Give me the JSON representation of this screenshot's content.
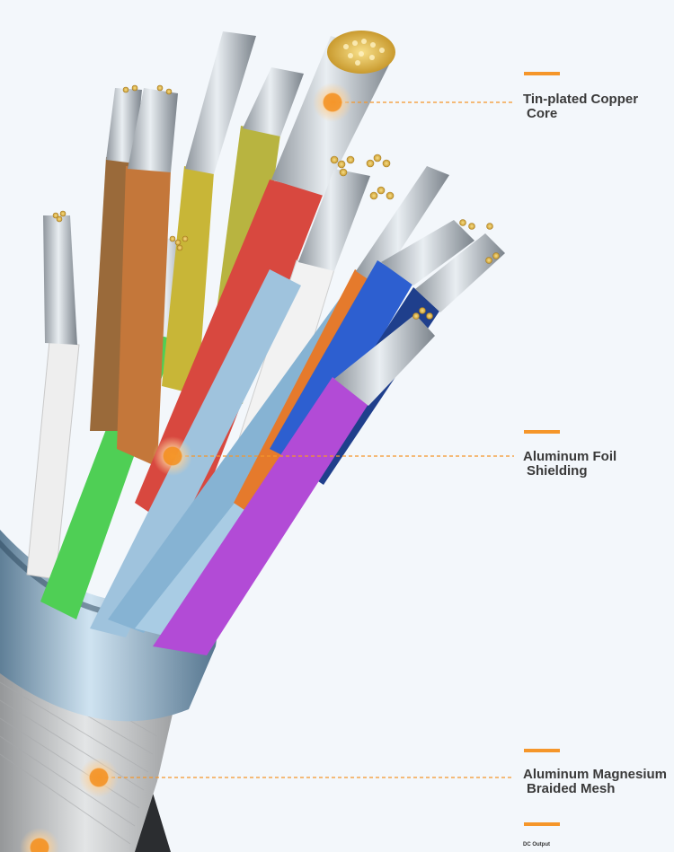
{
  "colors": {
    "accent": "#f5962a",
    "background": "#f3f7fb",
    "label_text": "#3a3a3a"
  },
  "callouts": [
    {
      "name": "tin-plated-copper-core",
      "line1": "Tin-plated Copper",
      "line2": "Core"
    },
    {
      "name": "aluminum-foil-shielding",
      "line1": "Aluminum Foil",
      "line2": "Shielding"
    },
    {
      "name": "aluminum-magnesium-braided-mesh",
      "line1": "Aluminum Magnesium",
      "line2": "Braided Mesh"
    }
  ],
  "footer_label": "DC Output"
}
